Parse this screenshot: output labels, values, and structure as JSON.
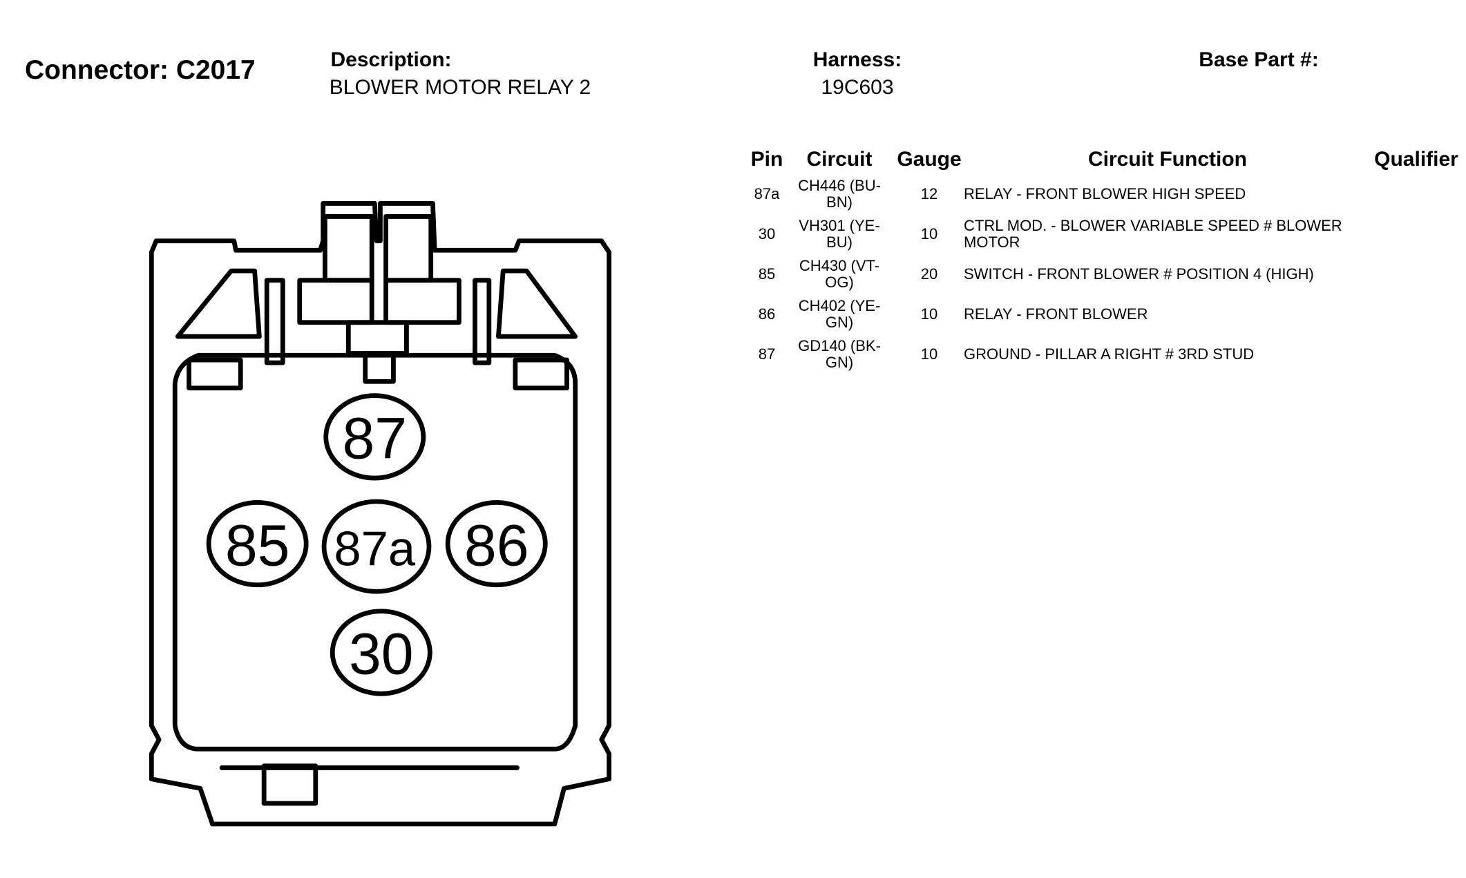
{
  "header": {
    "connector_title": "Connector: C2017",
    "description_label": "Description:",
    "description_value": "BLOWER MOTOR RELAY 2",
    "harness_label": "Harness:",
    "harness_value": "19C603",
    "base_part_label": "Base Part #:",
    "base_part_value": ""
  },
  "table": {
    "columns": [
      "Pin",
      "Circuit",
      "Gauge",
      "Circuit Function",
      "Qualifier"
    ],
    "rows": [
      {
        "pin": "87a",
        "circuit_line1": "CH446 (BU-",
        "circuit_line2": "BN)",
        "gauge": "12",
        "function_line1": "RELAY - FRONT BLOWER HIGH SPEED",
        "function_line2": "",
        "qualifier": ""
      },
      {
        "pin": "30",
        "circuit_line1": "VH301 (YE-",
        "circuit_line2": "BU)",
        "gauge": "10",
        "function_line1": "CTRL MOD. - BLOWER VARIABLE SPEED # BLOWER",
        "function_line2": "MOTOR",
        "qualifier": ""
      },
      {
        "pin": "85",
        "circuit_line1": "CH430 (VT-",
        "circuit_line2": "OG)",
        "gauge": "20",
        "function_line1": "SWITCH - FRONT BLOWER # POSITION 4 (HIGH)",
        "function_line2": "",
        "qualifier": ""
      },
      {
        "pin": "86",
        "circuit_line1": "CH402 (YE-",
        "circuit_line2": "GN)",
        "gauge": "10",
        "function_line1": "RELAY - FRONT BLOWER",
        "function_line2": "",
        "qualifier": ""
      },
      {
        "pin": "87",
        "circuit_line1": "GD140 (BK-",
        "circuit_line2": "GN)",
        "gauge": "10",
        "function_line1": "GROUND - PILLAR A RIGHT # 3RD STUD",
        "function_line2": "",
        "qualifier": ""
      }
    ]
  },
  "diagram": {
    "pins": [
      "87",
      "85",
      "87a",
      "86",
      "30"
    ]
  }
}
